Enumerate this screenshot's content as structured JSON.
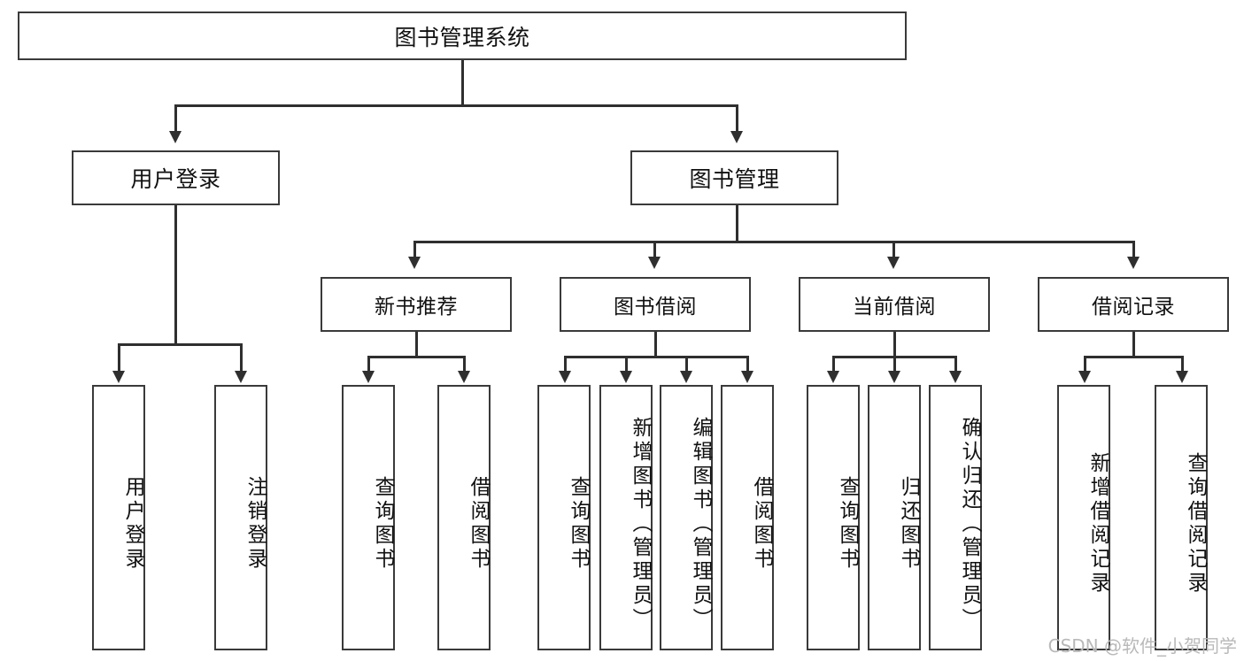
{
  "diagram": {
    "title": "图书管理系统",
    "type": "tree",
    "root": {
      "label": "图书管理系统"
    },
    "level2": [
      {
        "label": "用户登录"
      },
      {
        "label": "图书管理"
      }
    ],
    "level3": [
      {
        "label": "新书推荐"
      },
      {
        "label": "图书借阅"
      },
      {
        "label": "当前借阅"
      },
      {
        "label": "借阅记录"
      }
    ],
    "leaves": {
      "user_login": [
        {
          "label": "用户登录"
        },
        {
          "label": "注销登录"
        }
      ],
      "new_book_recommend": [
        {
          "label": "查询图书"
        },
        {
          "label": "借阅图书"
        }
      ],
      "book_borrow": [
        {
          "label": "查询图书"
        },
        {
          "label": "新增图书（管理员）"
        },
        {
          "label": "编辑图书（管理员）"
        },
        {
          "label": "借阅图书"
        }
      ],
      "current_borrow": [
        {
          "label": "查询图书"
        },
        {
          "label": "归还图书"
        },
        {
          "label": "确认归还（管理员）"
        }
      ],
      "borrow_record": [
        {
          "label": "新增借阅记录"
        },
        {
          "label": "查询借阅记录"
        }
      ]
    }
  },
  "watermark": {
    "text": "CSDN @软件_小贺同学"
  },
  "colors": {
    "box_border": "#3a3a3a",
    "line": "#2f2f2f",
    "text": "#111111",
    "background": "#ffffff",
    "watermark": "#b9b9b9"
  }
}
